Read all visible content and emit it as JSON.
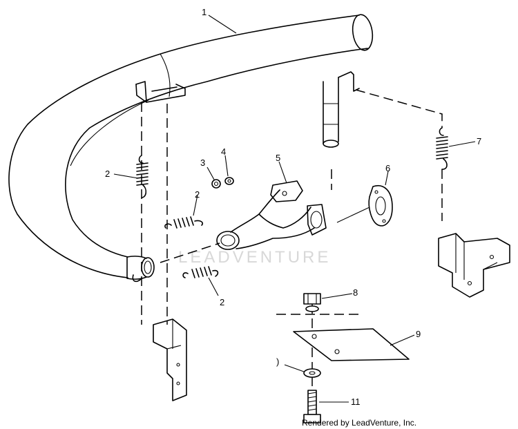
{
  "watermark": "LEADVENTURE",
  "credit": "Rendered by LeadVenture, Inc.",
  "callouts": [
    {
      "id": "muffler",
      "label": "1"
    },
    {
      "id": "spring-left",
      "label": "2"
    },
    {
      "id": "spring-mid-upper",
      "label": "2"
    },
    {
      "id": "spring-mid-lower",
      "label": "2"
    },
    {
      "id": "nut",
      "label": "3"
    },
    {
      "id": "washer",
      "label": "4"
    },
    {
      "id": "exhaust-manifold",
      "label": "5"
    },
    {
      "id": "gasket",
      "label": "6"
    },
    {
      "id": "spring-right",
      "label": "7"
    },
    {
      "id": "lock-nut",
      "label": "8"
    },
    {
      "id": "plate",
      "label": "9"
    },
    {
      "id": "grommet",
      "label": ")"
    },
    {
      "id": "bolt",
      "label": "11"
    }
  ]
}
